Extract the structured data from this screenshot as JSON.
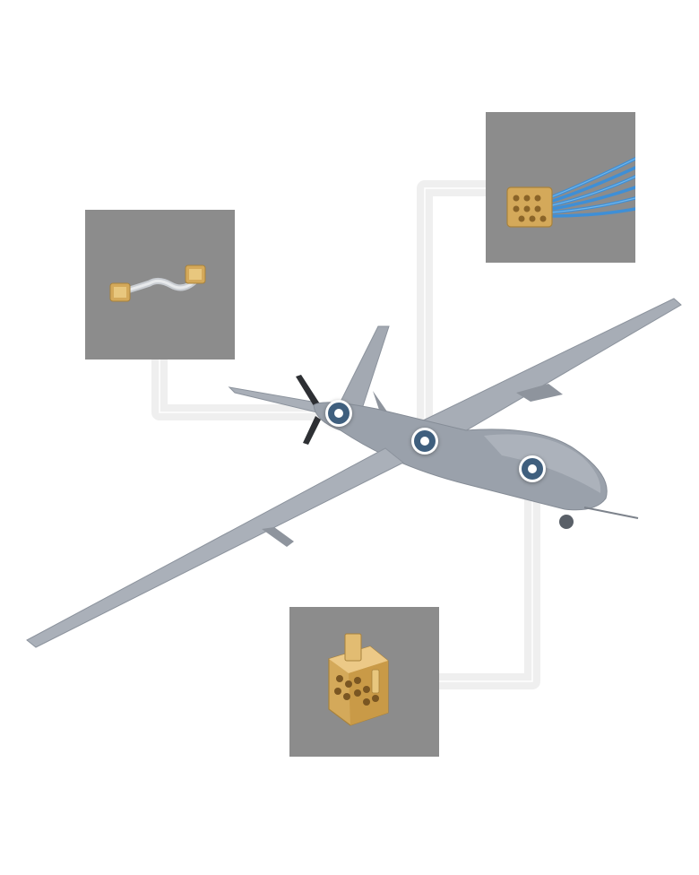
{
  "colors": {
    "background": "#ffffff",
    "panel": "#8c8c8c",
    "hotspot_ring": "#3f5f7e",
    "drone_body": "#9aa1ab",
    "gold": "#d4a95a",
    "cable_blue": "#3f8fd6"
  },
  "hotspots": [
    {
      "name": "tail-hotspot",
      "icon": "target-dot-icon"
    },
    {
      "name": "center-hotspot",
      "icon": "target-dot-icon"
    },
    {
      "name": "nose-hotspot",
      "icon": "target-dot-icon"
    }
  ],
  "panels": [
    {
      "name": "cable-assembly-panel",
      "depicts": "gold-coax-cable-with-two-connectors"
    },
    {
      "name": "wire-harness-panel",
      "depicts": "gold-multi-pin-connector-with-blue-wires"
    },
    {
      "name": "connector-block-panel",
      "depicts": "gold-multi-socket-connector-block"
    }
  ]
}
